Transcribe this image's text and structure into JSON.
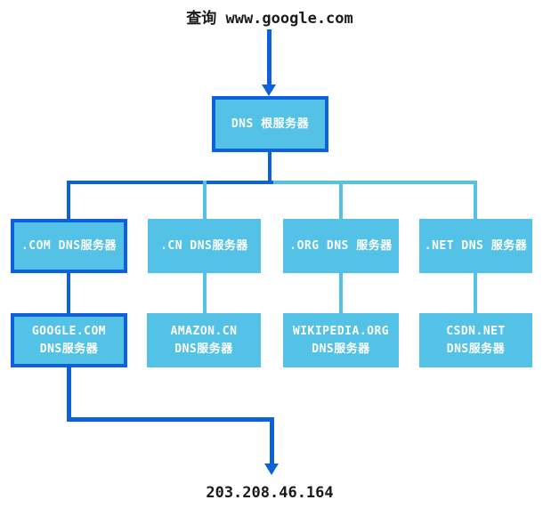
{
  "labels": {
    "query": "查询 www.google.com",
    "result_ip": "203.208.46.164"
  },
  "colors": {
    "highlight_blue": "#0d62dc",
    "node_fill_blue": "#54c1e6",
    "node_text": "#ffffff",
    "label_text": "#1b1b1b"
  },
  "nodes": {
    "root": {
      "label": "DNS 根服务器",
      "highlight": true
    },
    "tlds": [
      {
        "label": ".COM DNS服务器",
        "highlight": true
      },
      {
        "label": ".CN DNS服务器",
        "highlight": false
      },
      {
        "label": ".ORG DNS 服务器",
        "highlight": false
      },
      {
        "label": ".NET DNS 服务器",
        "highlight": false
      }
    ],
    "authoritative": [
      {
        "line1": "GOOGLE.COM",
        "line2": "DNS服务器",
        "highlight": true
      },
      {
        "line1": "AMAZON.CN",
        "line2": "DNS服务器",
        "highlight": false
      },
      {
        "line1": "WIKIPEDIA.ORG",
        "line2": "DNS服务器",
        "highlight": false
      },
      {
        "line1": "CSDN.NET",
        "line2": "DNS服务器",
        "highlight": false
      }
    ]
  }
}
